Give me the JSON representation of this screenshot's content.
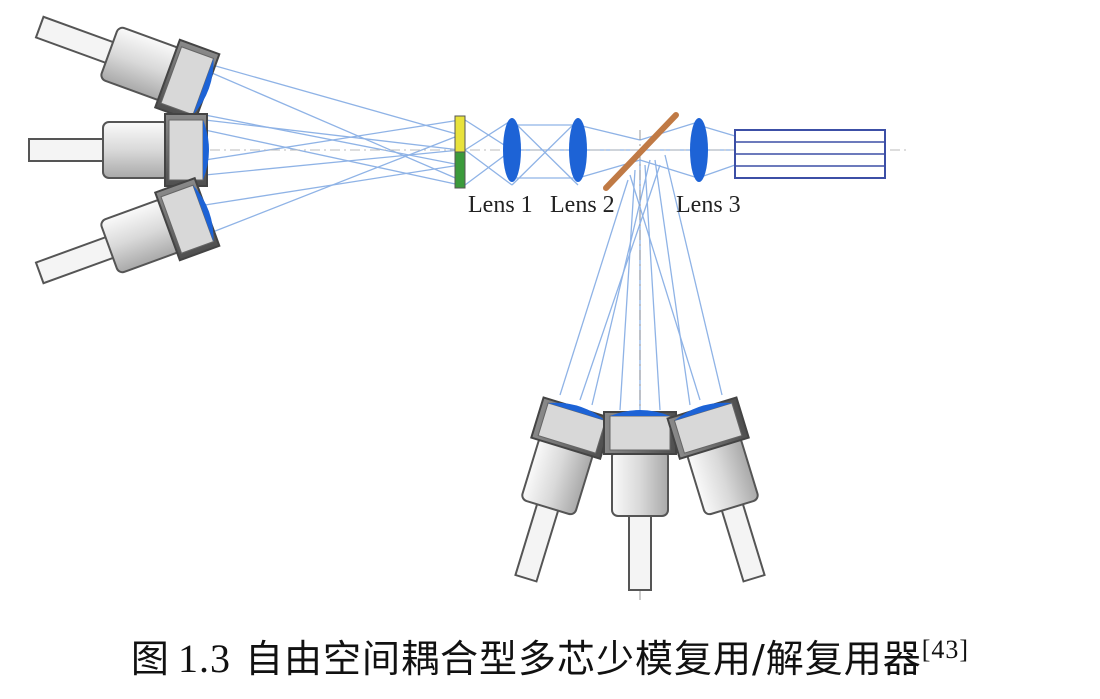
{
  "labels": {
    "lens1": "Lens 1",
    "lens2": "Lens 2",
    "lens3": "Lens 3"
  },
  "caption": {
    "prefix": "图",
    "number": "1.3",
    "text": "自由空间耦合型多芯少模复用/解复用器",
    "ref": "[43]"
  },
  "colors": {
    "ray": "#8fb3e6",
    "lens": "#1d63d6",
    "splitter": "#c07a45",
    "collimator_body": "#e6e6e6",
    "collimator_cap": "#6a6a6a",
    "fiber_line": "#3c4fa6"
  }
}
